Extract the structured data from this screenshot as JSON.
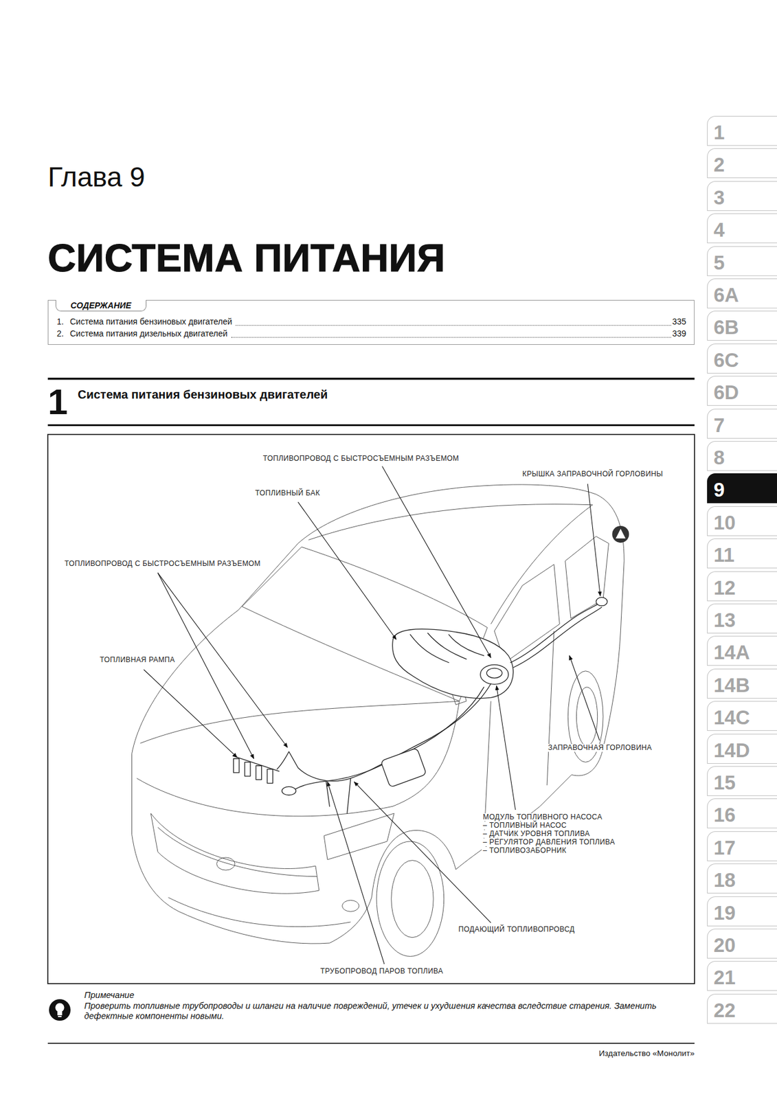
{
  "diagram": {
    "title": "СИСТЕМА ПИТАНИЯ",
    "nodes": [
      {
        "text": [
          "СОДЕРЖАНИЕ",
          "1.",
          "Система питания бензиновых двигателей",
          "335",
          "2.",
          "Система питания дизельных двигателей",
          "339"
        ]
      },
      {
        "text": [
          "1"
        ]
      },
      {
        "text": [
          "2"
        ]
      },
      {
        "text": [
          "3"
        ]
      },
      {
        "text": [
          "4"
        ]
      },
      {
        "text": [
          "5"
        ]
      },
      {
        "text": [
          "6A"
        ]
      },
      {
        "text": [
          "6B"
        ]
      },
      {
        "text": [
          "6C"
        ]
      },
      {
        "text": [
          "6D"
        ]
      },
      {
        "text": [
          "7"
        ]
      },
      {
        "text": [
          "8"
        ]
      },
      {
        "text": [
          "9"
        ]
      },
      {
        "text": [
          "10"
        ]
      },
      {
        "text": [
          "11"
        ]
      },
      {
        "text": [
          "12"
        ]
      },
      {
        "text": [
          "13"
        ]
      },
      {
        "text": [
          "14A"
        ]
      },
      {
        "text": [
          "14B"
        ]
      },
      {
        "text": [
          "14C"
        ]
      },
      {
        "text": [
          "14D"
        ]
      },
      {
        "text": [
          "15"
        ]
      },
      {
        "text": [
          "16"
        ]
      },
      {
        "text": [
          "17"
        ]
      },
      {
        "text": [
          "18"
        ]
      },
      {
        "text": [
          "19"
        ]
      },
      {
        "text": [
          "20"
        ]
      },
      {
        "text": [
          "21"
        ]
      },
      {
        "text": [
          "22"
        ]
      }
    ],
    "labels": [
      "Глава 9",
      "1",
      "Система питания бензиновых двигателей",
      "ТОПЛИВОПРОВОД С БЫСТРОСЪЕМНЫМ РАЗЪЕМОМ",
      "КРЫШКА ЗАПРАВОЧНОЙ ГОРЛОВИНЫ",
      "ТОПЛИВНЫЙ БАК",
      "ТОПЛИВОПРОВОД С БЫСТРОСЪЕМНЫМ РАЗЪЕМОМ",
      "ТОПЛИВНАЯ РАМПА",
      "ЗАПРАВОЧНАЯ ГОРЛОВИНА",
      "МОДУЛЬ ТОПЛИВНОГО НАСОСА",
      "– ТОПЛИВНЫЙ НАСОС",
      "– ДАТЧИК УРОВНЯ ТОПЛИВА",
      "– РЕГУЛЯТОР ДАВЛЕНИЯ ТОПЛИВА",
      "– ТОПЛИВОЗАБОРНИК",
      "ПОДАЮЩИЙ ТОПЛИВОПРОВСД",
      "ТРУБОПРОВОД ПАРОВ ТОПЛИВА",
      "Примечание",
      "Проверить топливные трубопроводы и шланги на наличие повреждений, утечек и ухудшения качества вследствие старения. Заменить дефектные компоненты новыми.",
      "Издательство «Монолит»"
    ]
  }
}
